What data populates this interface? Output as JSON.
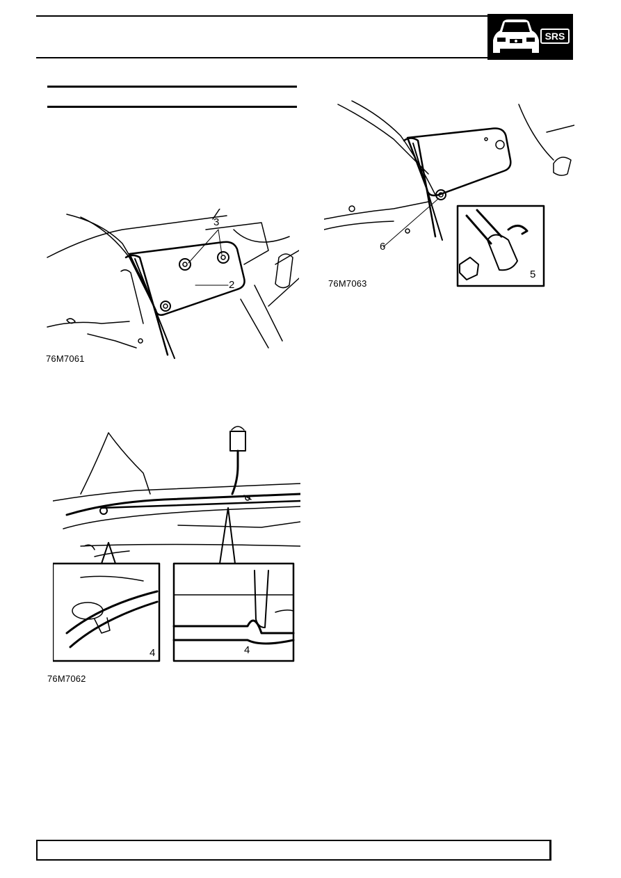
{
  "header": {
    "badge_text": "SRS"
  },
  "figures": [
    {
      "caption": "76M7061",
      "callouts": [
        "3",
        "2"
      ]
    },
    {
      "caption": "76M7062",
      "callouts": [
        "4",
        "4"
      ]
    },
    {
      "caption": "76M7063",
      "callouts": [
        "6",
        "5"
      ]
    }
  ],
  "colors": {
    "ink": "#000000",
    "paper": "#ffffff"
  }
}
